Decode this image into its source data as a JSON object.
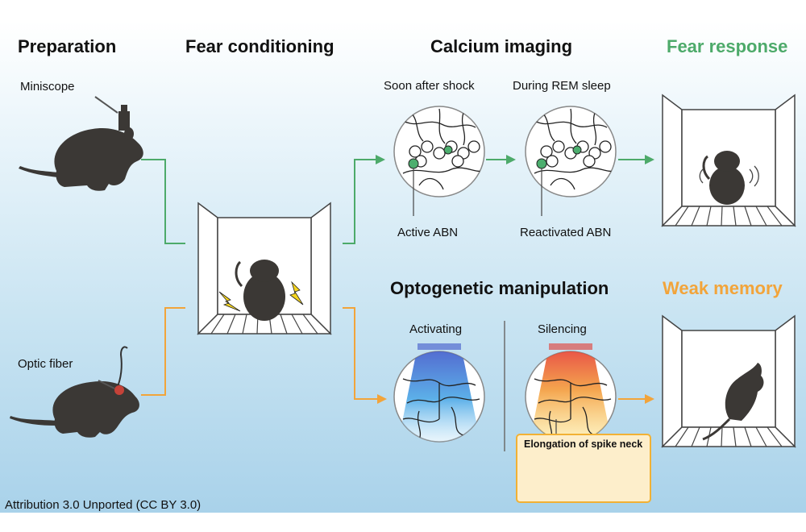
{
  "headings": {
    "preparation": "Preparation",
    "fear_conditioning": "Fear conditioning",
    "calcium_imaging": "Calcium imaging",
    "fear_response": "Fear response",
    "optogenetic_manipulation": "Optogenetic manipulation",
    "weak_memory": "Weak memory"
  },
  "labels": {
    "miniscope": "Miniscope",
    "optic_fiber": "Optic fiber",
    "soon_after_shock": "Soon after shock",
    "during_rem_sleep": "During REM sleep",
    "active_abn": "Active ABN",
    "reactivated_abn": "Reactivated ABN",
    "activating": "Activating",
    "silencing": "Silencing",
    "elongation": "Elongation of spike neck"
  },
  "attribution": "Attribution 3.0 Unported (CC BY 3.0)",
  "colors": {
    "green_path": "#4daa6a",
    "orange_path": "#f2a43a",
    "mouse": "#3b3835",
    "activated_neuron": "#4cae6e",
    "blue_light": "#3f7fd6",
    "silencing_light": "#e8453a",
    "fear_response_heading": "#4daa6a",
    "weak_memory_heading": "#f2a43a"
  }
}
